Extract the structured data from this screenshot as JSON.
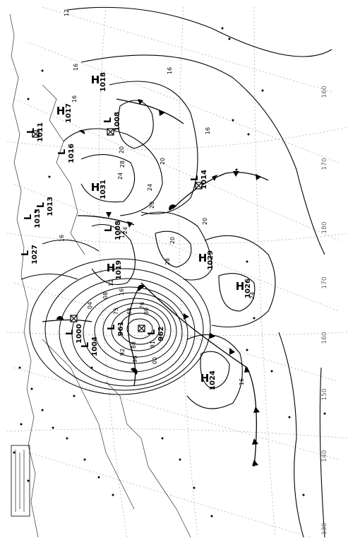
{
  "highs": [
    {
      "letter": "H",
      "value": "1018"
    },
    {
      "letter": "H",
      "value": "1017"
    },
    {
      "letter": "H",
      "value": "1031"
    },
    {
      "letter": "H",
      "value": "1019"
    },
    {
      "letter": "H",
      "value": "1029"
    },
    {
      "letter": "H",
      "value": "1026"
    },
    {
      "letter": "H",
      "value": "1024"
    }
  ],
  "lows": [
    {
      "letter": "L",
      "value": "1008"
    },
    {
      "letter": "L",
      "value": "1014"
    },
    {
      "letter": "L",
      "value": "1008"
    },
    {
      "letter": "L",
      "value": "1016"
    },
    {
      "letter": "L",
      "value": "1013"
    },
    {
      "letter": "L",
      "value": "1013"
    },
    {
      "letter": "L",
      "value": "1011"
    },
    {
      "letter": "L",
      "value": "1027"
    },
    {
      "letter": "L",
      "value": "1000"
    },
    {
      "letter": "L",
      "value": "1004"
    },
    {
      "letter": "L",
      "value": "961"
    },
    {
      "letter": "L",
      "value": "962"
    }
  ],
  "isobar_labels": [
    "12",
    "16",
    "16",
    "16",
    "16",
    "20",
    "20",
    "20",
    "20",
    "24",
    "24",
    "24",
    "28",
    "28",
    "12",
    "16",
    "24",
    "20",
    "16",
    "75",
    "68",
    "76",
    "80",
    "81",
    "88",
    "92",
    "96",
    "00",
    "04",
    "08",
    "12",
    "16"
  ],
  "longitude_labels": [
    "160",
    "170",
    "180",
    "170",
    "160",
    "150",
    "140",
    "130"
  ]
}
